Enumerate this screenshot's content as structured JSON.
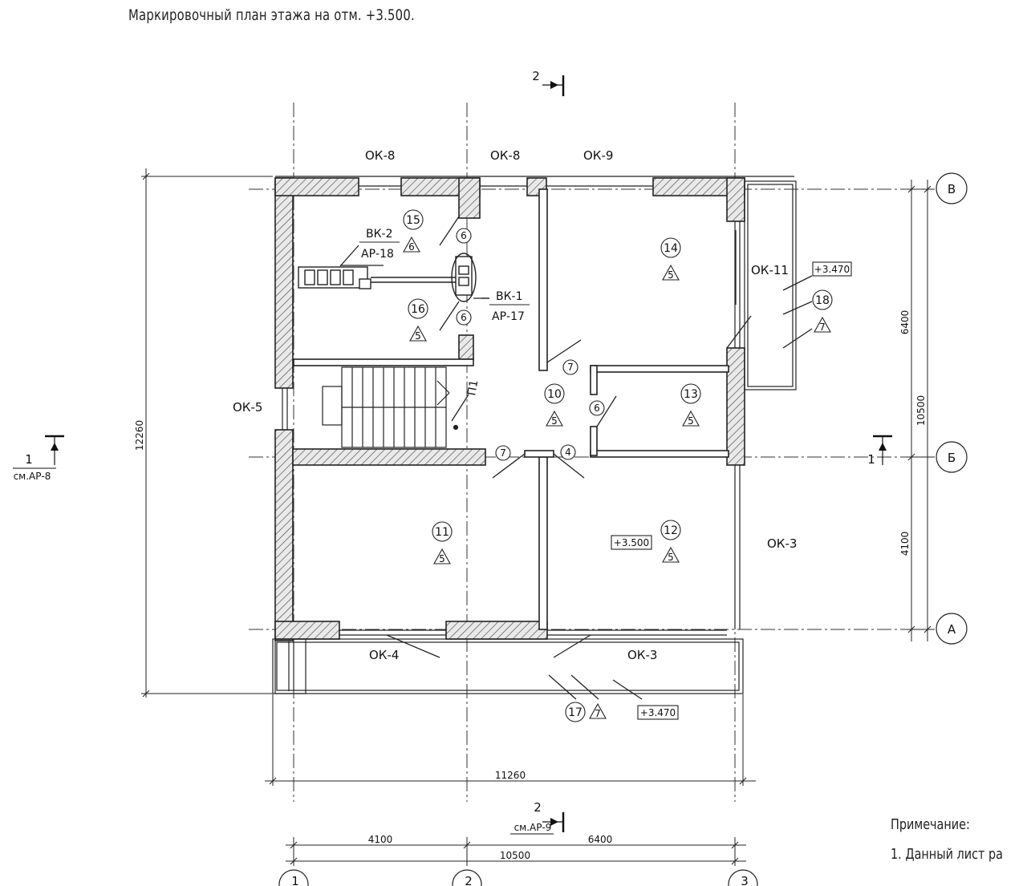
{
  "title": "Маркировочный план этажа на отм. +3.500.",
  "note": {
    "heading": "Примечание:",
    "line1": "1. Данный лист ра"
  },
  "windows": {
    "ok8_left": "ОК-8",
    "ok8_mid": "ОК-8",
    "ok9": "ОК-9",
    "ok11": "ОК-11",
    "ok5": "ОК-5",
    "ok3_right": "ОК-3",
    "ok4": "ОК-4",
    "ok3_bottom": "ОК-3"
  },
  "equipment": {
    "vk2": "ВК-2",
    "ar18": "АР-18",
    "vk1": "ВК-1",
    "ar17": "АР-17",
    "p1": "П1"
  },
  "rooms": [
    {
      "num": "15",
      "type": "6"
    },
    {
      "num": "16",
      "type": "5"
    },
    {
      "num": "14",
      "type": "5"
    },
    {
      "num": "18",
      "type": "7"
    },
    {
      "num": "10",
      "type": "5"
    },
    {
      "num": "13",
      "type": "5"
    },
    {
      "num": "11",
      "type": "5"
    },
    {
      "num": "12",
      "type": "5"
    },
    {
      "num": "17",
      "type": "7"
    }
  ],
  "door_marks": [
    "6",
    "6",
    "7",
    "6",
    "7",
    "4"
  ],
  "levels": {
    "balcony_right": "+3.470",
    "room_12": "+3.500",
    "balcony_bottom": "+3.470"
  },
  "axes": {
    "rows": [
      "В",
      "Б",
      "А"
    ],
    "cols": [
      "1",
      "2",
      "3"
    ]
  },
  "dimensions": {
    "overall_width": "11260",
    "span_left": "4100",
    "span_right": "6400",
    "width_axes": "10500",
    "overall_height": "12260",
    "height_axes": "10500",
    "height_top": "6400",
    "height_bottom": "4100"
  },
  "sections": {
    "s1_num": "1",
    "s1_ref": "см.АР-8",
    "s1_right": "1",
    "s2_top": "2",
    "s2_num": "2",
    "s2_ref": "см.АР-9"
  },
  "colors": {
    "line": "#1a1a1a",
    "hatch": "#555555",
    "wall_fill": "#e6e6e6"
  }
}
